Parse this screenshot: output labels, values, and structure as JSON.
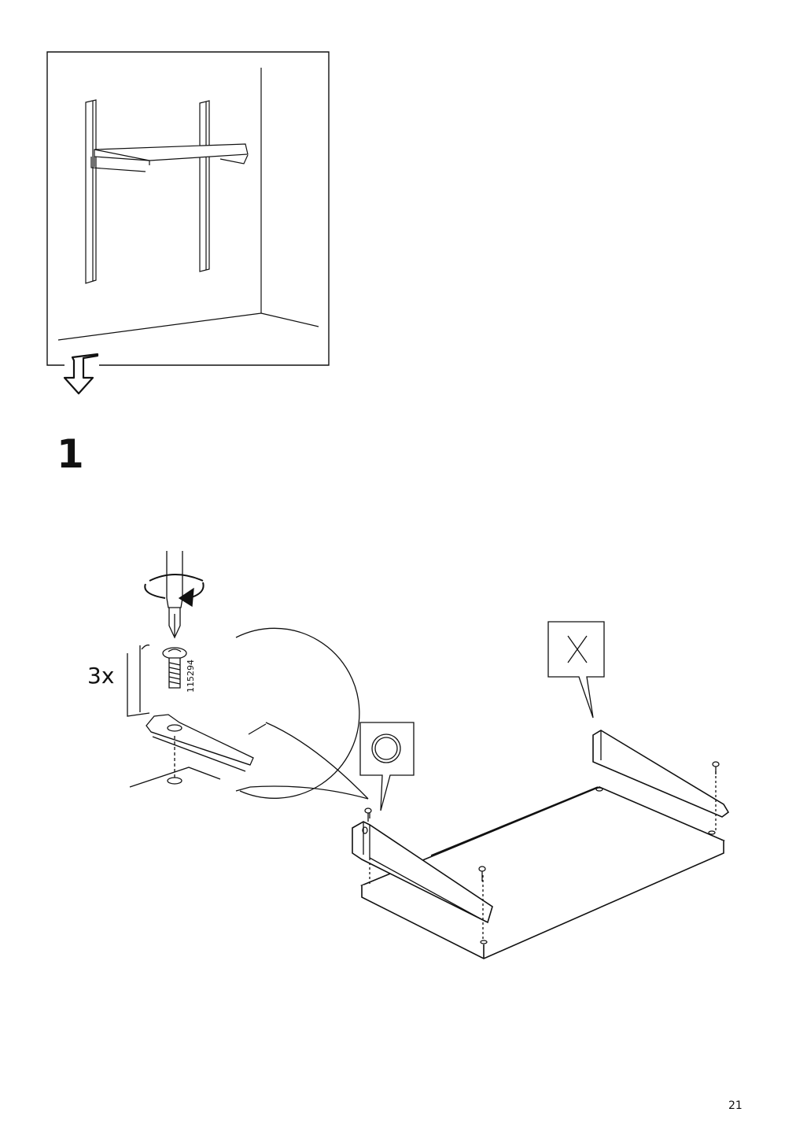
{
  "step": {
    "number": "1"
  },
  "callout": {
    "quantity": "3x",
    "part_number": "115294"
  },
  "page": {
    "number": "21"
  },
  "icons": [
    "wall-shelf-overview-icon",
    "next-step-arrow-icon",
    "screwdriver-rotate-icon",
    "screw-icon",
    "correct-side-circle-icon",
    "wrong-side-x-icon"
  ]
}
